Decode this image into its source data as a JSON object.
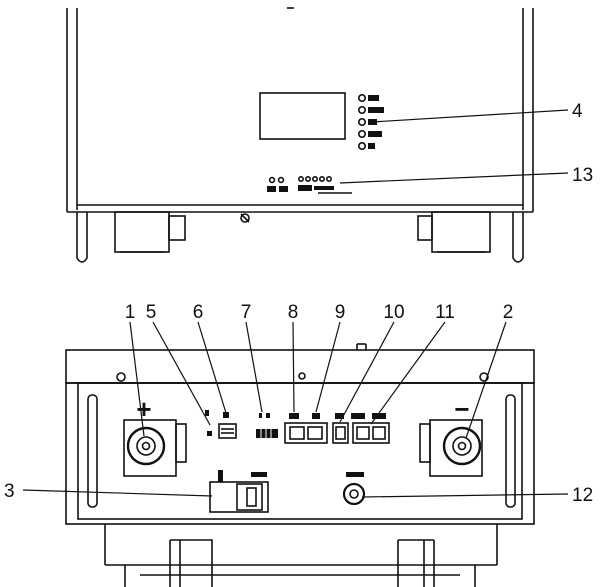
{
  "callouts": {
    "c1": "1",
    "c2": "2",
    "c3": "3",
    "c4": "4",
    "c5": "5",
    "c6": "6",
    "c7": "7",
    "c8": "8",
    "c9": "9",
    "c10": "10",
    "c11": "11",
    "c12": "12",
    "c13": "13"
  },
  "terminals": {
    "positive_symbol": "+",
    "negative_symbol": "−"
  },
  "colors": {
    "line": "#111111",
    "fill_dark": "#111111",
    "background": "#ffffff"
  }
}
